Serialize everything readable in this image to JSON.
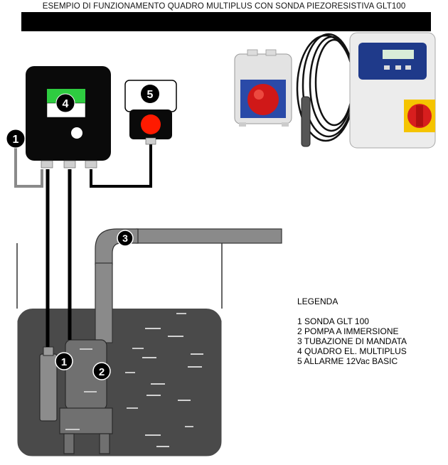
{
  "header": {
    "title": "ESEMPIO DI FUNZIONAMENTO QUADRO MULTIPLUS CON SONDA PIEZORESISTIVA GLT100"
  },
  "callouts": {
    "sensor_top": "1",
    "sensor_bottom": "1",
    "pump": "2",
    "pipe": "3",
    "panel": "4",
    "alarm": "5"
  },
  "legend": {
    "title": "LEGENDA",
    "items": [
      "1 SONDA GLT 100",
      "2 POMPA A IMMERSIONE",
      "3 TUBAZIONE DI MANDATA",
      "4 QUADRO EL. MULTIPLUS",
      "5 ALLARME 12Vac BASIC"
    ]
  },
  "colors": {
    "water": "#4a4a4a",
    "pump": "#707070",
    "pipe": "#8a8a8a",
    "display_green": "#2ecc40",
    "alarm_red": "#ff1a00",
    "rotary_red": "#d81e1e",
    "knob_yellow": "#f5c400",
    "product_blue": "#1f3a8a"
  }
}
